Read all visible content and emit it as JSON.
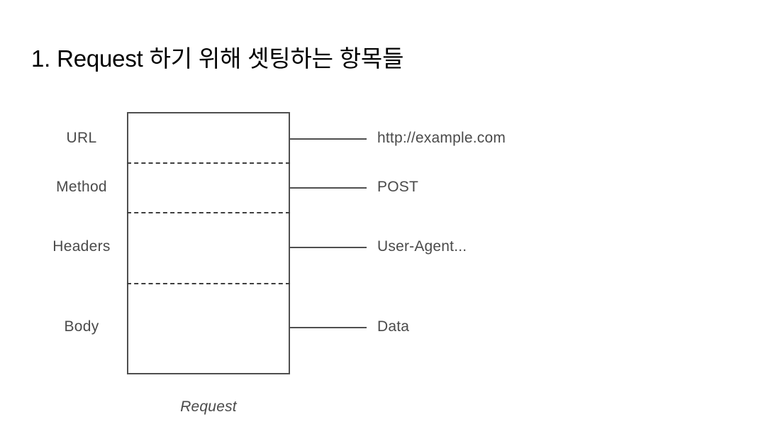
{
  "slide": {
    "title": "1. Request 하기 위해 셋팅하는 항목들",
    "background_color": "#ffffff",
    "title_color": "#000000"
  },
  "diagram": {
    "type": "labeled-block-diagram",
    "caption": "Request",
    "box": {
      "border_color": "#4f4f4f",
      "divider_style": "dashed",
      "text_color": "#4a4a4a"
    },
    "rows": [
      {
        "section": "URL",
        "value": "http://example.com"
      },
      {
        "section": "Method",
        "value": "POST"
      },
      {
        "section": "Headers",
        "value": "User-Agent..."
      },
      {
        "section": "Body",
        "value": "Data"
      }
    ]
  }
}
